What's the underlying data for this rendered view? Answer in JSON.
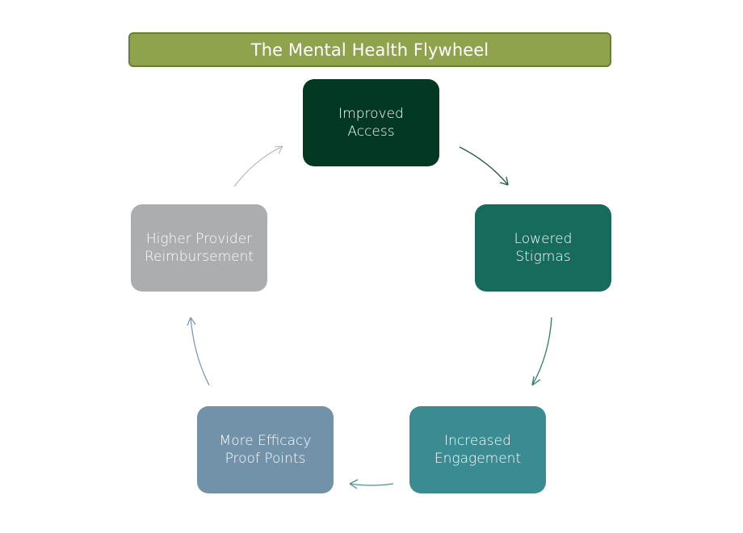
{
  "title": "The Mental Health Flywheel",
  "colors": {
    "title_fill": "#8fa34d",
    "title_border": "#6b7d34"
  },
  "nodes": [
    {
      "label": "Improved\nAccess",
      "color": "#033822",
      "arrow_color": "#1f5a43"
    },
    {
      "label": "Lowered\nStigmas",
      "color": "#176b5c",
      "arrow_color": "#2a7d6d"
    },
    {
      "label": "Increased\nEngagement",
      "color": "#3a8b92",
      "arrow_color": "#4b9199"
    },
    {
      "label": "More Efficacy\nProof Points",
      "color": "#7192a8",
      "arrow_color": "#7c9ab0"
    },
    {
      "label": "Higher Provider\nReimbursement",
      "color": "#acadaf",
      "arrow_color": "#b4b5b7"
    }
  ],
  "cycle": [
    "Improved Access",
    "Lowered Stigmas",
    "Increased Engagement",
    "More Efficacy Proof Points",
    "Higher Provider Reimbursement",
    "Improved Access"
  ]
}
